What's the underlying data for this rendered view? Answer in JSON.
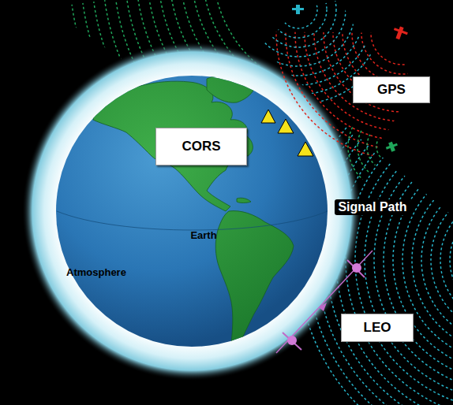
{
  "diagram": {
    "nodes": [
      {
        "text": [
          "CORS"
        ]
      },
      {
        "text": [
          "GPS"
        ]
      },
      {
        "text": [
          "LEO"
        ]
      }
    ],
    "labels": [
      "Signal Path",
      "Earth",
      "Atmosphere"
    ]
  }
}
